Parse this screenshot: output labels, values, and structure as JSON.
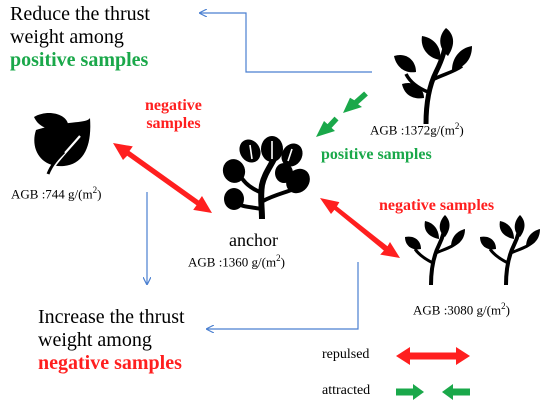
{
  "colors": {
    "repulsed": "#ff1f1f",
    "attracted": "#1aa84a",
    "guide_line": "#4a7fd0",
    "text": "#000000",
    "plant": "#000000"
  },
  "top_note": {
    "line1": "Reduce the thrust",
    "line2": "weight among",
    "line3": "positive samples"
  },
  "bottom_note": {
    "line1": "Increase the thrust",
    "line2": "weight among",
    "line3": "negative samples"
  },
  "nodes": {
    "anchor": {
      "label": "anchor",
      "agb_prefix": "AGB :1360 g/(m",
      "agb_sup": "2",
      "agb_suffix": ")",
      "icon": "tree-icon"
    },
    "left_negative": {
      "agb_prefix": "AGB :744 g/(m",
      "agb_sup": "2",
      "agb_suffix": ")",
      "icon": "leaf-icon"
    },
    "top_positive": {
      "agb_prefix": "AGB :1372g/(m",
      "agb_sup": "2",
      "agb_suffix": ")",
      "icon": "sprout-icon"
    },
    "right_negative": {
      "agb_prefix": "AGB :3080 g/(m",
      "agb_sup": "2",
      "agb_suffix": ")",
      "icon": "twin-sprout-icon"
    }
  },
  "edge_labels": {
    "left_negative_line1": "negative",
    "left_negative_line2": "samples",
    "top_positive": "positive samples",
    "right_negative": "negative samples"
  },
  "legend": {
    "repulsed": "repulsed",
    "attracted": "attracted"
  }
}
